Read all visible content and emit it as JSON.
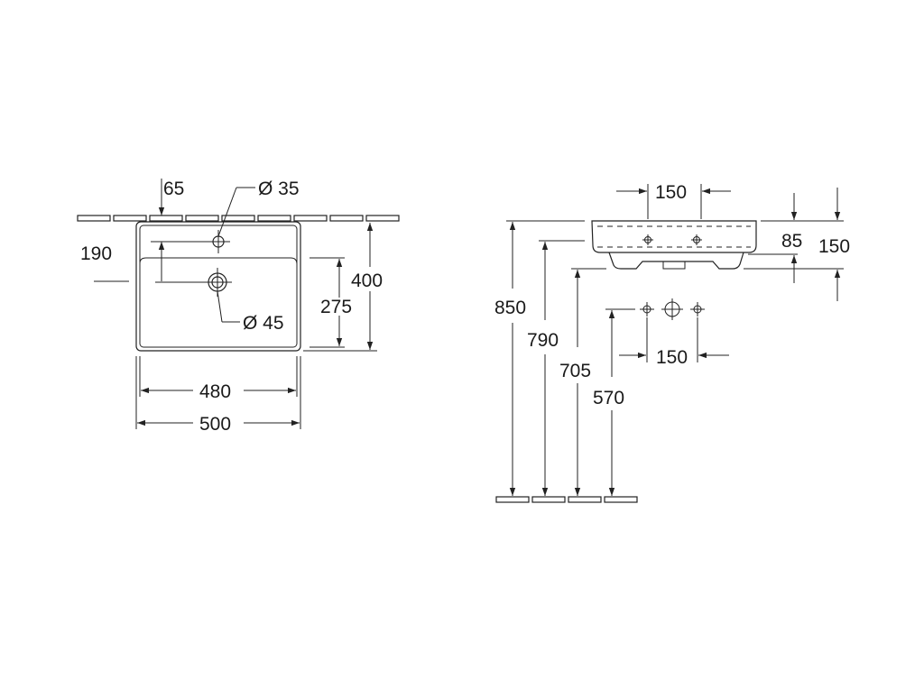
{
  "top_view": {
    "dim_tap_offset": "65",
    "dim_tap_hole": "Ø 35",
    "dim_tap_depth": "190",
    "dim_waste_hole": "Ø 45",
    "dim_inner_depth": "275",
    "dim_total_depth": "400",
    "dim_inner_width": "480",
    "dim_total_width": "500"
  },
  "side_view": {
    "dim_tap_spacing_top": "150",
    "dim_bowl_height": "85",
    "dim_total_height": "150",
    "dim_rim_height": "850",
    "dim_underside_height": "790",
    "dim_waste_height": "705",
    "dim_supply_height": "570",
    "dim_supply_spacing": "150"
  }
}
